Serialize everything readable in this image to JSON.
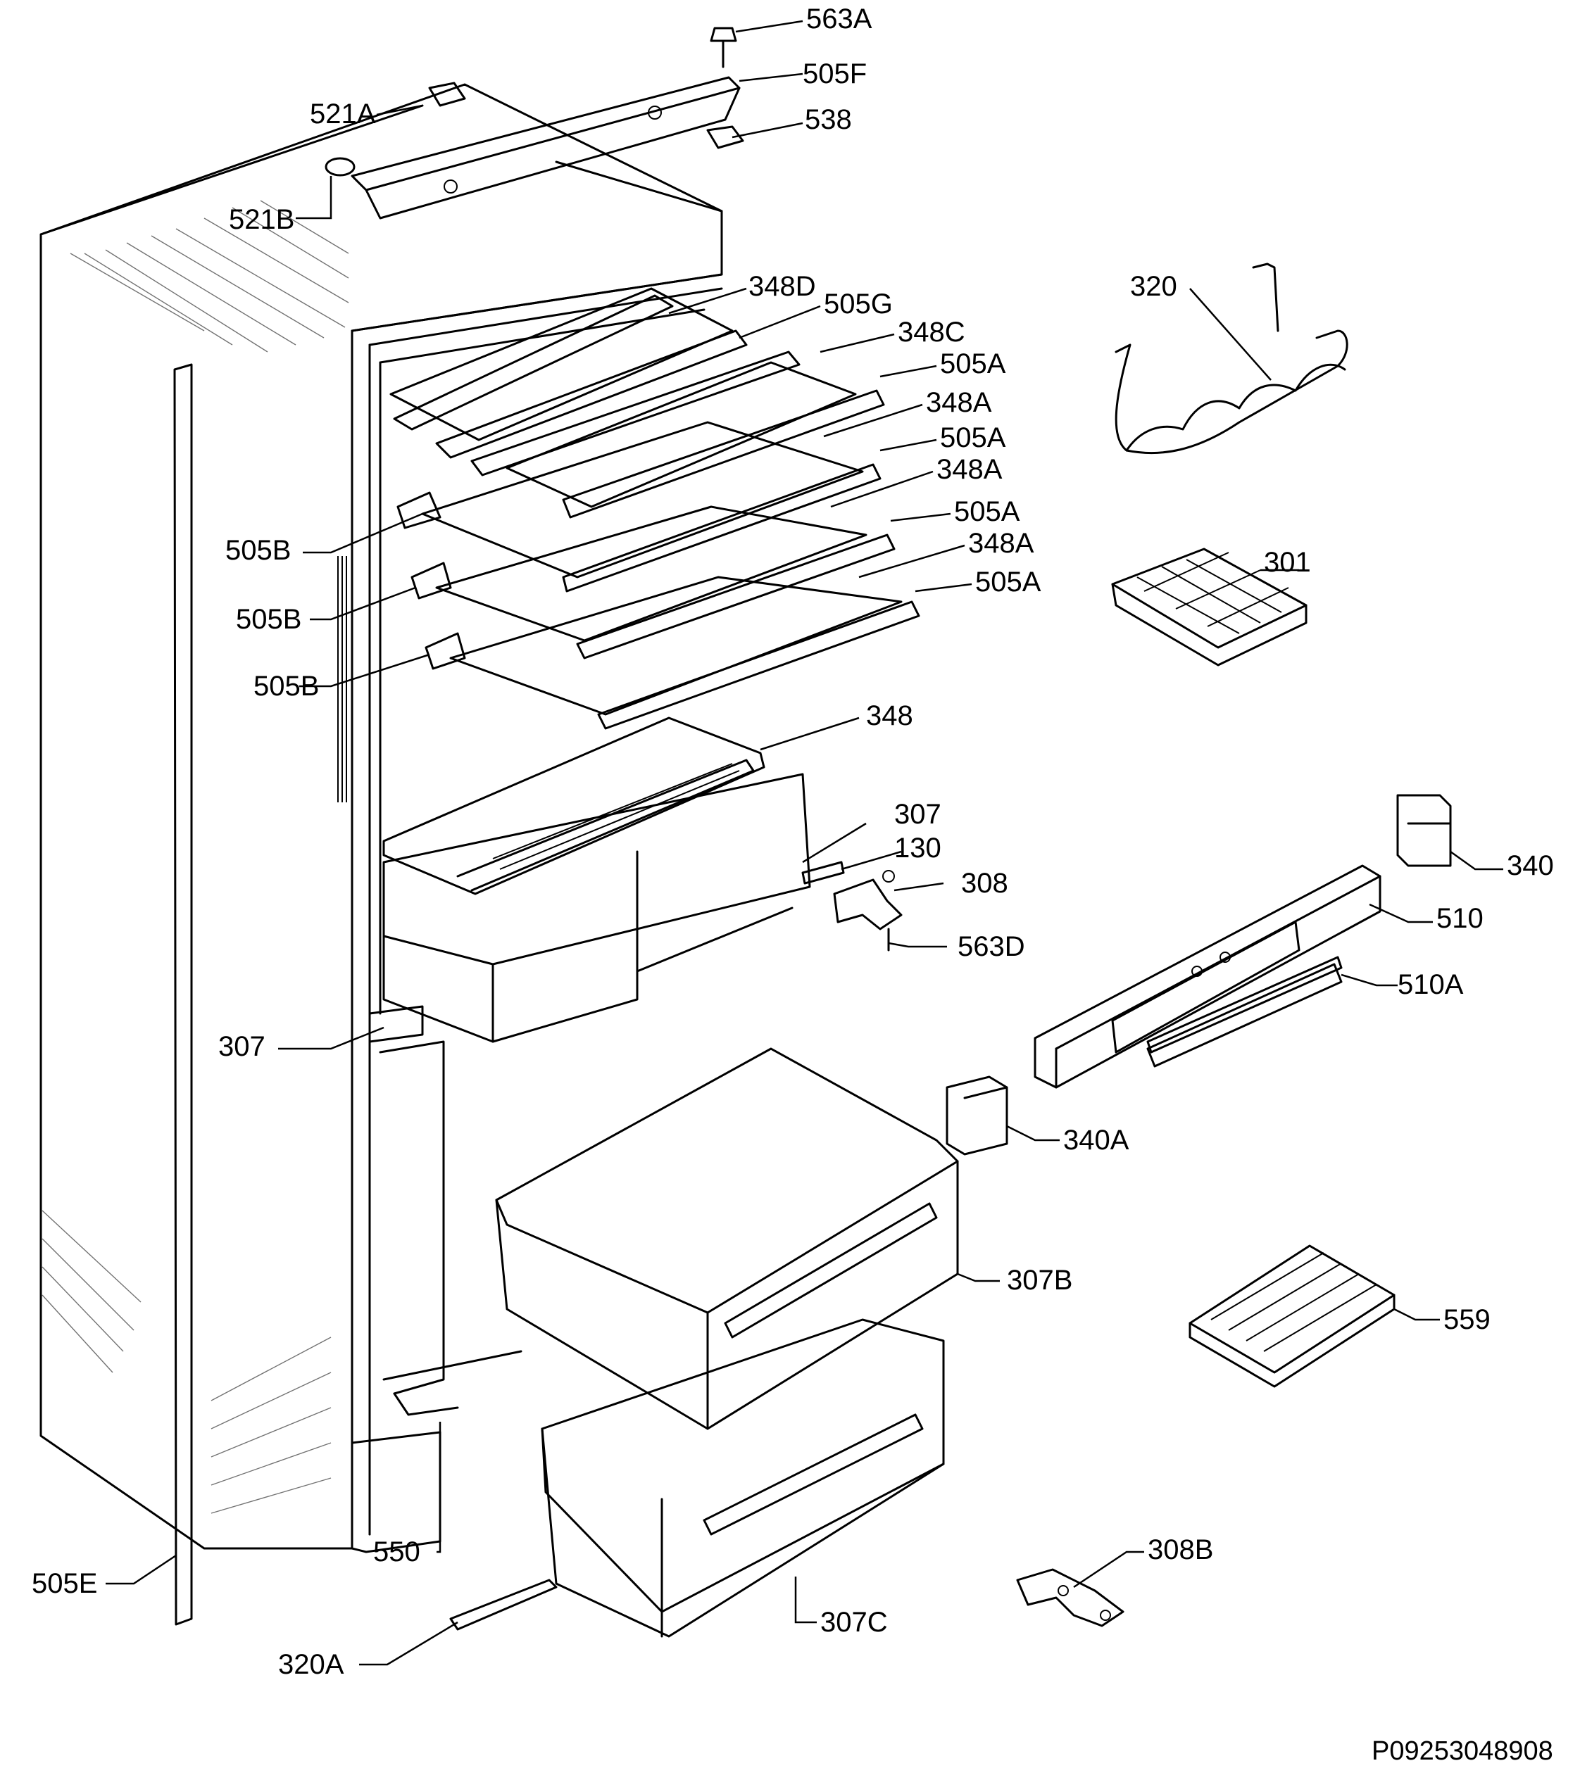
{
  "drawing_number": "P09253048908",
  "labels": {
    "p563A": "563A",
    "p505F": "505F",
    "p521A": "521A",
    "p538": "538",
    "p521B": "521B",
    "p320": "320",
    "p348D": "348D",
    "p505G": "505G",
    "p348C": "348C",
    "p505A_1": "505A",
    "p348A_1": "348A",
    "p505A_2": "505A",
    "p348A_2": "348A",
    "p505A_3": "505A",
    "p348A_3": "348A",
    "p505A_4": "505A",
    "p505B_1": "505B",
    "p505B_2": "505B",
    "p505B_3": "505B",
    "p301": "301",
    "p348": "348",
    "p307_top": "307",
    "p130": "130",
    "p308": "308",
    "p563D": "563D",
    "p340": "340",
    "p510": "510",
    "p510A": "510A",
    "p307": "307",
    "p340A": "340A",
    "p307B": "307B",
    "p559": "559",
    "p550": "550",
    "p505E": "505E",
    "p308B": "308B",
    "p307C": "307C",
    "p320A": "320A"
  }
}
